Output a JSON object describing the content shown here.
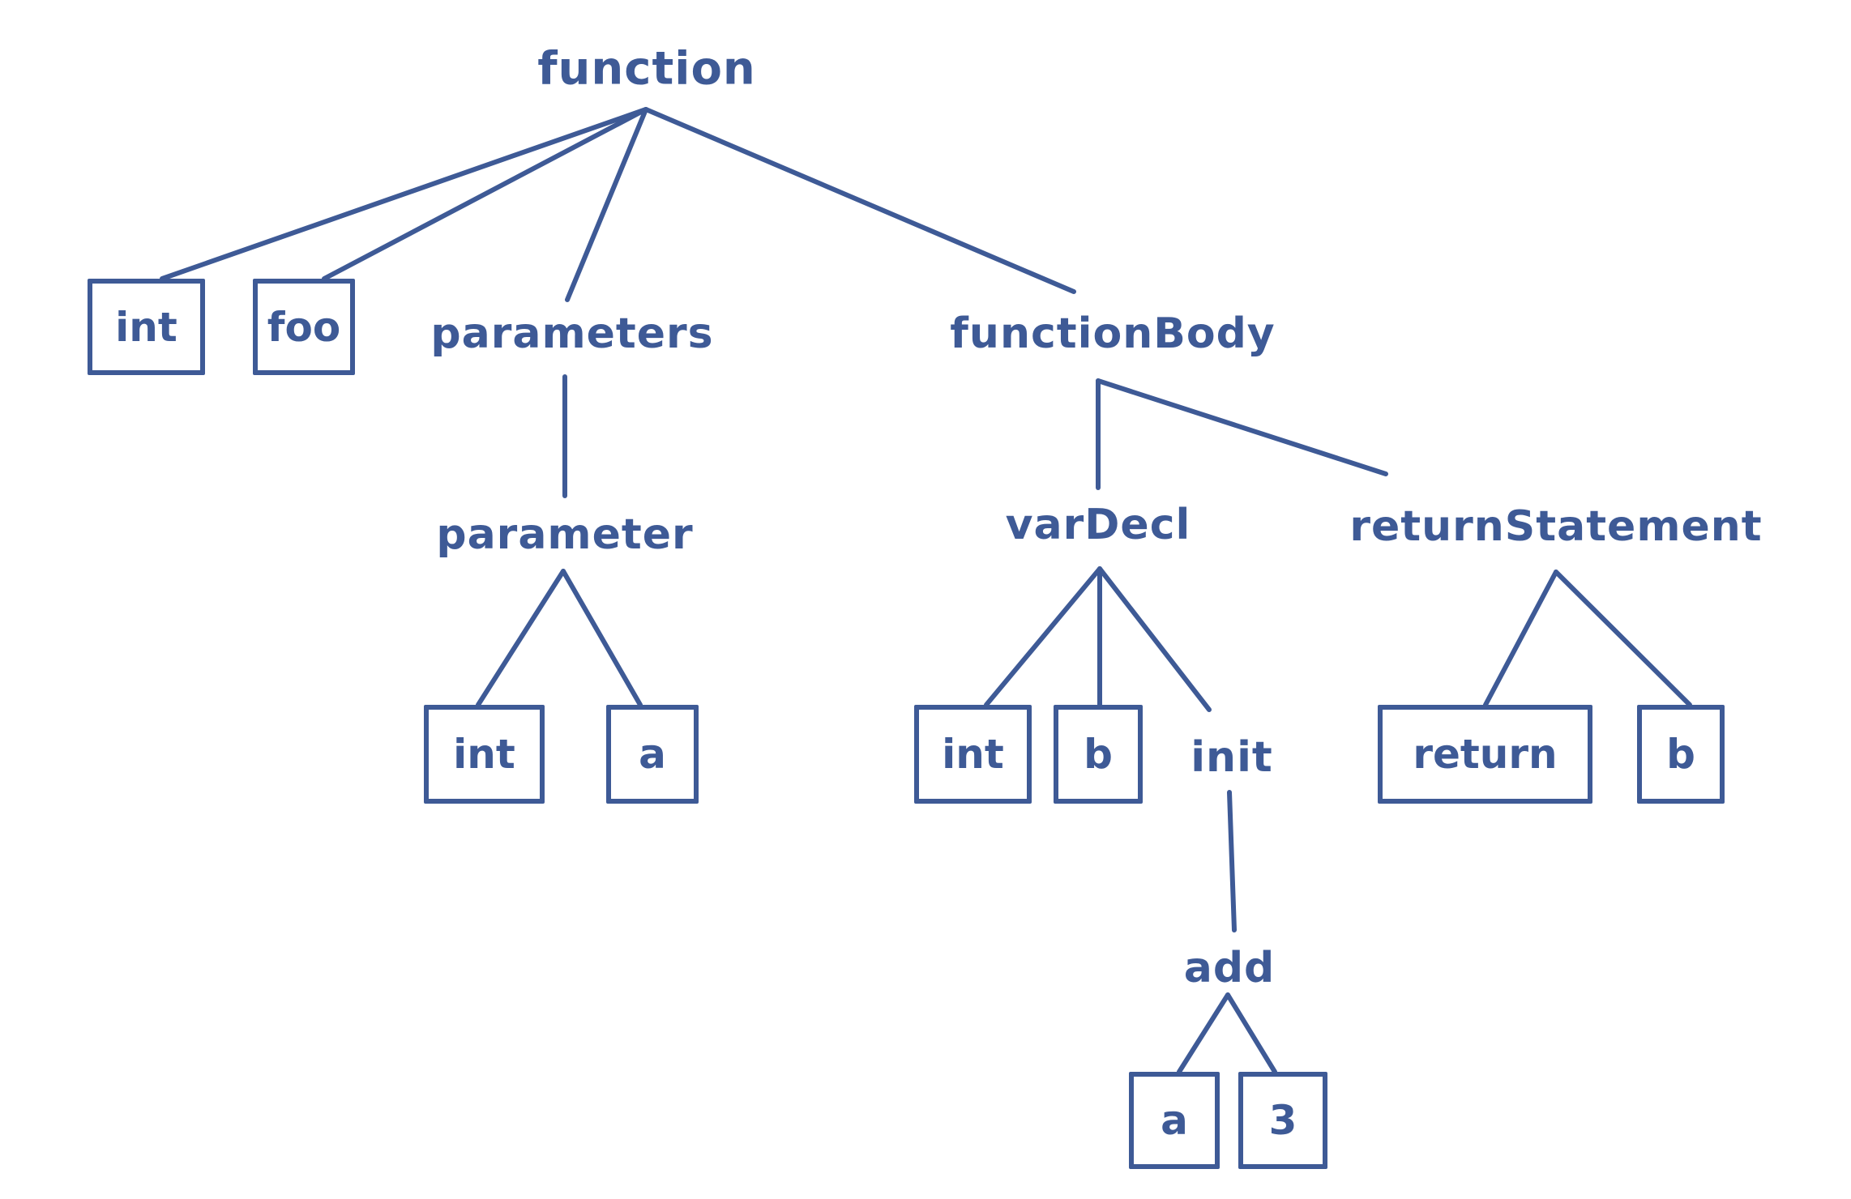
{
  "diagram": {
    "type": "tree",
    "accent_color": "#3e5a96",
    "background_color": "#ffffff",
    "nodes": [
      {
        "id": "function",
        "label": "function",
        "shape": "text"
      },
      {
        "id": "int-1",
        "label": "int",
        "shape": "box"
      },
      {
        "id": "foo",
        "label": "foo",
        "shape": "box"
      },
      {
        "id": "parameters",
        "label": "parameters",
        "shape": "text"
      },
      {
        "id": "functionBody",
        "label": "functionBody",
        "shape": "text"
      },
      {
        "id": "parameter",
        "label": "parameter",
        "shape": "text"
      },
      {
        "id": "varDecl",
        "label": "varDecl",
        "shape": "text"
      },
      {
        "id": "returnStatement",
        "label": "returnStatement",
        "shape": "text"
      },
      {
        "id": "int-2",
        "label": "int",
        "shape": "box"
      },
      {
        "id": "a-1",
        "label": "a",
        "shape": "box"
      },
      {
        "id": "int-3",
        "label": "int",
        "shape": "box"
      },
      {
        "id": "b-1",
        "label": "b",
        "shape": "box"
      },
      {
        "id": "init",
        "label": "init",
        "shape": "text"
      },
      {
        "id": "return",
        "label": "return",
        "shape": "box"
      },
      {
        "id": "b-2",
        "label": "b",
        "shape": "box"
      },
      {
        "id": "add",
        "label": "add",
        "shape": "text"
      },
      {
        "id": "a-2",
        "label": "a",
        "shape": "box"
      },
      {
        "id": "three",
        "label": "3",
        "shape": "box"
      }
    ],
    "edges": [
      [
        "function",
        "int-1"
      ],
      [
        "function",
        "foo"
      ],
      [
        "function",
        "parameters"
      ],
      [
        "function",
        "functionBody"
      ],
      [
        "parameters",
        "parameter"
      ],
      [
        "parameter",
        "int-2"
      ],
      [
        "parameter",
        "a-1"
      ],
      [
        "functionBody",
        "varDecl"
      ],
      [
        "functionBody",
        "returnStatement"
      ],
      [
        "varDecl",
        "int-3"
      ],
      [
        "varDecl",
        "b-1"
      ],
      [
        "varDecl",
        "init"
      ],
      [
        "init",
        "add"
      ],
      [
        "add",
        "a-2"
      ],
      [
        "add",
        "three"
      ],
      [
        "returnStatement",
        "return"
      ],
      [
        "returnStatement",
        "b-2"
      ]
    ]
  }
}
